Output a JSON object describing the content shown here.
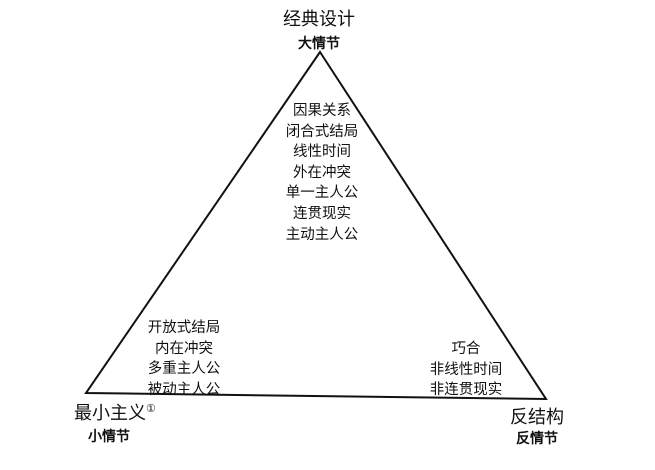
{
  "vertices": {
    "top": {
      "title": "经典设计",
      "subtitle": "大情节"
    },
    "left": {
      "title": "最小主义",
      "footnote": "①",
      "subtitle": "小情节"
    },
    "right": {
      "title": "反结构",
      "subtitle": "反情节"
    }
  },
  "lists": {
    "archplot": [
      "因果关系",
      "闭合式结局",
      "线性时间",
      "外在冲突",
      "单一主人公",
      "连贯现实",
      "主动主人公"
    ],
    "miniplot": [
      "开放式结局",
      "内在冲突",
      "多重主人公",
      "被动主人公"
    ],
    "antiplot": [
      "巧合",
      "非线性时间",
      "非连贯现实"
    ]
  }
}
